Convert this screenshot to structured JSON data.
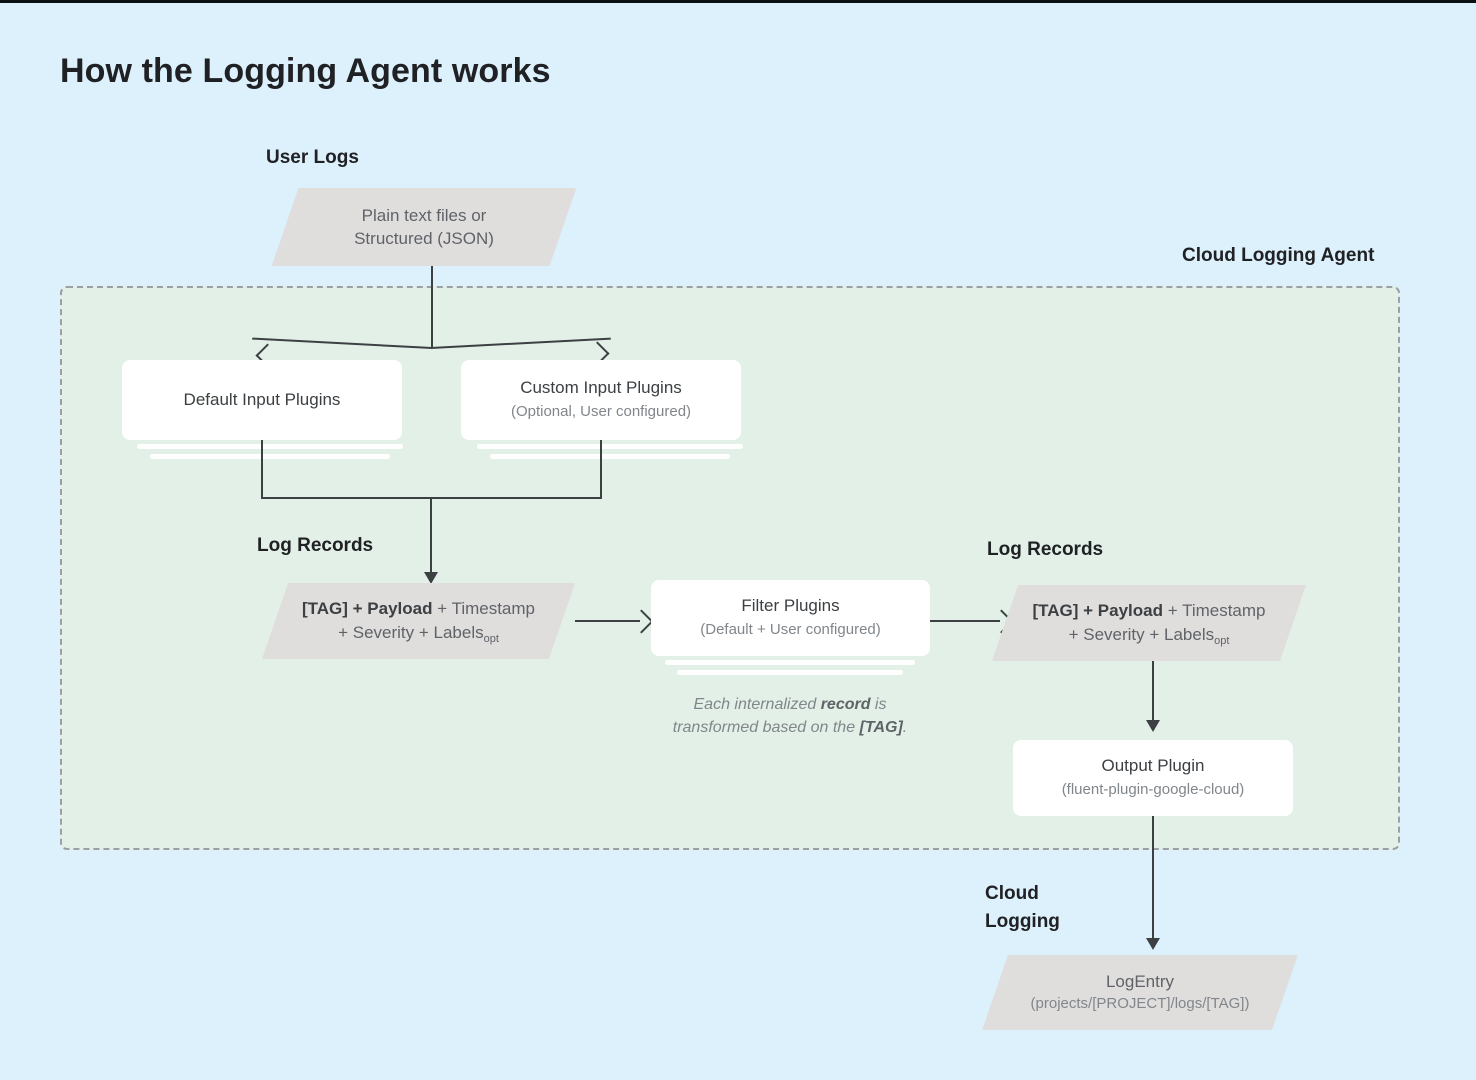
{
  "page": {
    "title": "How the Logging Agent works",
    "background_color": "#ddf1fc",
    "agent_region_color": "#e2f0e7",
    "parallelogram_color": "#e0dedd",
    "card_color": "#ffffff",
    "line_color": "#3c4043"
  },
  "labels": {
    "user_logs": "User Logs",
    "cloud_logging_agent": "Cloud Logging Agent",
    "log_records_left": "Log Records",
    "log_records_right": "Log Records",
    "cloud_logging": "Cloud\nLogging"
  },
  "nodes": {
    "user_logs_source": {
      "line1": "Plain text files or",
      "line2": "Structured (JSON)"
    },
    "default_input_plugins": {
      "title": "Default Input Plugins",
      "subtitle": ""
    },
    "custom_input_plugins": {
      "title": "Custom Input Plugins",
      "subtitle": "(Optional, User configured)"
    },
    "log_record_left": {
      "bold_part": "[TAG] + Payload",
      "rest_line1": " + Timestamp",
      "line2_pre": "+ Severity + Labels",
      "line2_sub": "opt"
    },
    "filter_plugins": {
      "title": "Filter Plugins",
      "subtitle": "(Default + User configured)"
    },
    "log_record_right": {
      "bold_part": "[TAG] + Payload",
      "rest_line1": " + Timestamp",
      "line2_pre": "+ Severity + Labels",
      "line2_sub": "opt"
    },
    "output_plugin": {
      "title": "Output Plugin",
      "subtitle": "(fluent-plugin-google-cloud)"
    },
    "log_entry": {
      "line1": "LogEntry",
      "line2": "(projects/[PROJECT]/logs/[TAG])"
    }
  },
  "caption": {
    "seg1": "Each internalized ",
    "seg2_bold": "record",
    "seg3": " is",
    "seg4": "transformed based on the ",
    "seg5_bold": "[TAG]",
    "seg6": "."
  }
}
